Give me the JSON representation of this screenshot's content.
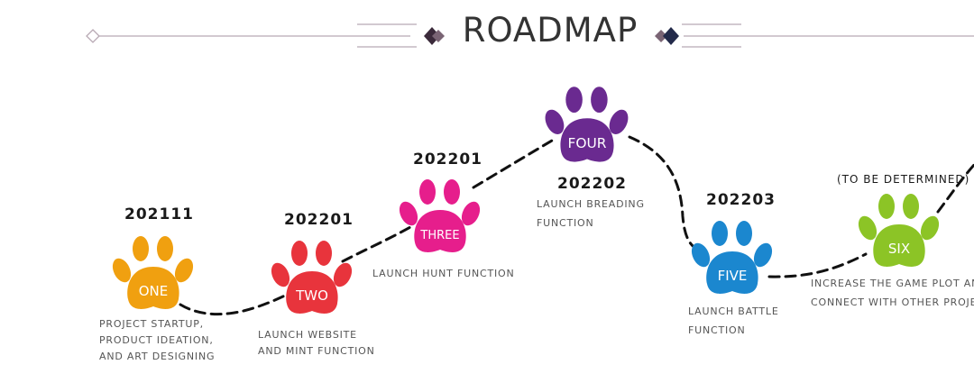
{
  "header": {
    "title": "ROADMAP",
    "line_color": "#b8a9b4",
    "ornament_left_icon": "diamond-ornament-icon",
    "ornament_right_icon": "diamond-ornament-icon"
  },
  "roadmap": {
    "path_color": "#111111",
    "steps": [
      {
        "id": "one",
        "label": "ONE",
        "date": "202111",
        "color": "#f0a010",
        "description": [
          "PROJECT STARTUP,",
          "PRODUCT IDEATION,",
          "AND ART DESIGNING"
        ],
        "icon": "paw-icon"
      },
      {
        "id": "two",
        "label": "TWO",
        "date": "202201",
        "color": "#e8343c",
        "description": [
          "LAUNCH WEBSITE",
          "AND MINT FUNCTION"
        ],
        "icon": "paw-icon"
      },
      {
        "id": "three",
        "label": "THREE",
        "date": "202201",
        "color": "#e61e8c",
        "description": [
          "LAUNCH HUNT FUNCTION"
        ],
        "icon": "paw-icon"
      },
      {
        "id": "four",
        "label": "FOUR",
        "date": "202202",
        "color": "#6a2a90",
        "description": [
          "LAUNCH BREADING",
          "FUNCTION"
        ],
        "icon": "paw-icon"
      },
      {
        "id": "five",
        "label": "FIVE",
        "date": "202203",
        "color": "#1b87cf",
        "description": [
          "LAUNCH BATTLE",
          "FUNCTION"
        ],
        "icon": "paw-icon"
      },
      {
        "id": "six",
        "label": "SIX",
        "date": "(TO BE DETERMINED)",
        "color": "#8cc426",
        "description": [
          "INCREASE THE GAME PLOT AND",
          "CONNECT WITH OTHER PROJECTS"
        ],
        "icon": "paw-icon"
      }
    ]
  }
}
